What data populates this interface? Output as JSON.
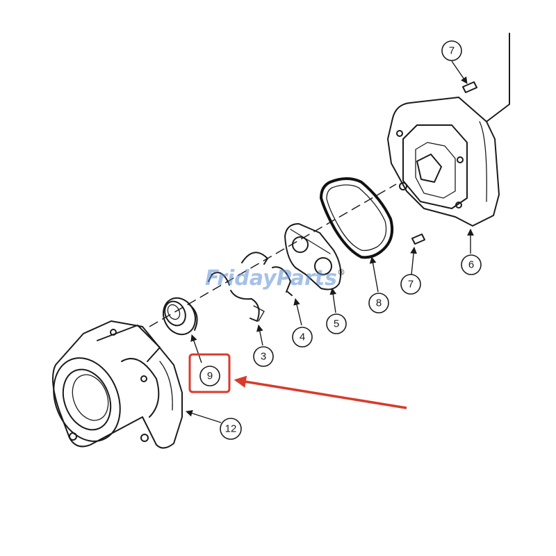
{
  "watermark": {
    "text": "FridayParts",
    "reg_mark": "®",
    "color": "#5b8fd6",
    "accent": "#f0a020"
  },
  "callouts": [
    {
      "id": "c7-top",
      "label": "7"
    },
    {
      "id": "c6",
      "label": "6"
    },
    {
      "id": "c7-bottom",
      "label": "7"
    },
    {
      "id": "c8",
      "label": "8"
    },
    {
      "id": "c5",
      "label": "5"
    },
    {
      "id": "c4",
      "label": "4"
    },
    {
      "id": "c3",
      "label": "3"
    },
    {
      "id": "c9",
      "label": "9"
    },
    {
      "id": "c12",
      "label": "12"
    }
  ],
  "highlight": {
    "target": "9",
    "color": "#d93a2b"
  }
}
